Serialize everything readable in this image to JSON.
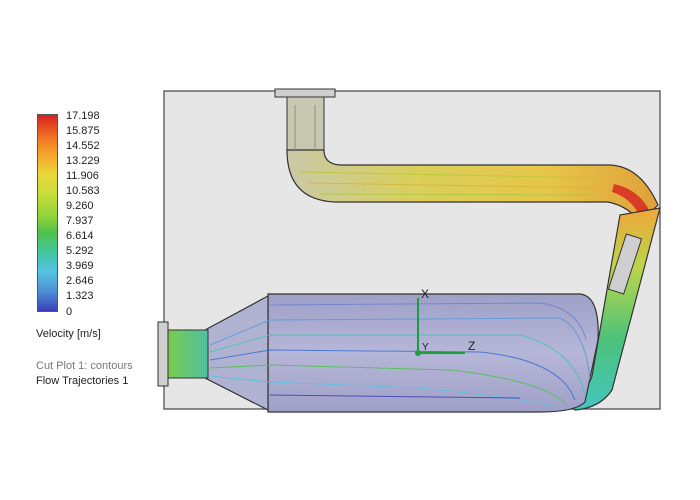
{
  "legend": {
    "ticks": [
      "17.198",
      "15.875",
      "14.552",
      "13.229",
      "11.906",
      "10.583",
      "9.260",
      "7.937",
      "6.614",
      "5.292",
      "3.969",
      "2.646",
      "1.323",
      "0"
    ],
    "title": "Velocity [m/s]",
    "cut_plot": "Cut Plot 1: contours",
    "trajectories": "Flow Trajectories 1"
  },
  "axes": {
    "x": "X",
    "y": "Y",
    "z": "Z"
  },
  "colors": {
    "max": "#d7211f",
    "high": "#f5a52b",
    "mid_high": "#ecd63a",
    "mid": "#4ec24a",
    "low_mid": "#55c3e0",
    "low": "#3a40b8",
    "housing": "#e6e6e6",
    "body": "#a6a6cc",
    "axis_green": "#1e9e3a"
  }
}
